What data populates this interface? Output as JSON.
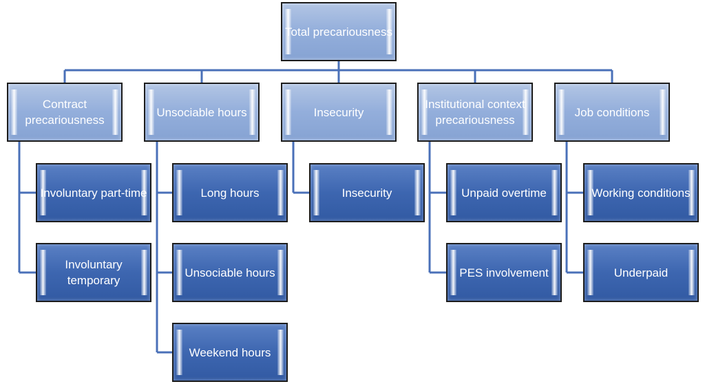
{
  "root": {
    "label": "Total precariousness"
  },
  "categories": [
    {
      "label": "Contract precariousness",
      "children": [
        "Involuntary part-time",
        "Involuntary temporary"
      ]
    },
    {
      "label": "Unsociable hours",
      "children": [
        "Long hours",
        "Unsociable hours",
        "Weekend hours"
      ]
    },
    {
      "label": "Insecurity",
      "children": [
        "Insecurity"
      ]
    },
    {
      "label": "Institutional context precariousness",
      "children": [
        "Unpaid overtime",
        "PES involvement"
      ]
    },
    {
      "label": "Job conditions",
      "children": [
        "Working conditions",
        "Underpaid"
      ]
    }
  ],
  "colors": {
    "connector": "#4a70b8",
    "light_box": "#93aedb",
    "dark_box": "#3d66b0",
    "border": "#1c1c1c",
    "text": "#ffffff"
  }
}
